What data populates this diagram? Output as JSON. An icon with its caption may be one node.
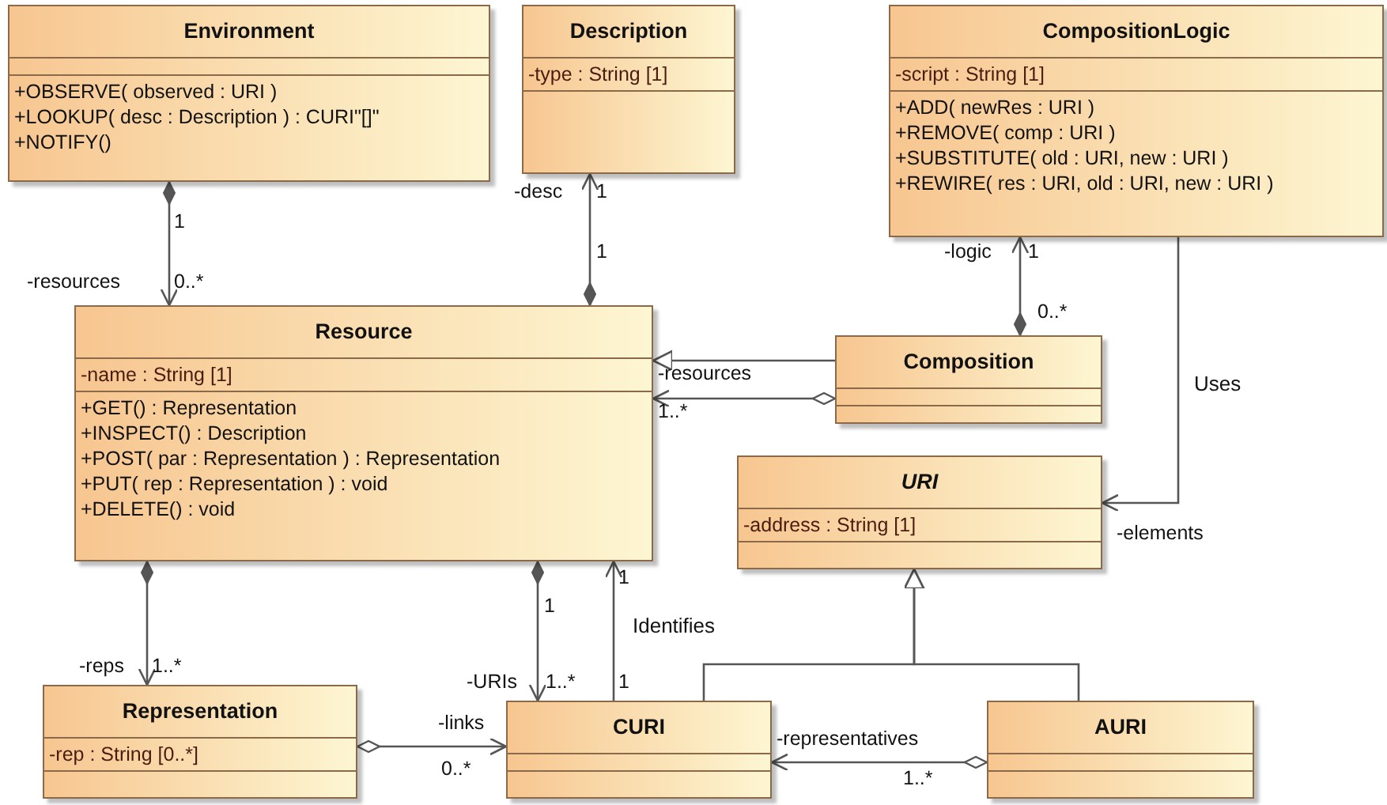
{
  "diagram": {
    "nodes": [
      {
        "text": [
          "Environment",
          "+OBSERVE( observed : URI )",
          "+LOOKUP( desc : Description ) : CURI\"[]\"",
          "+NOTIFY()"
        ]
      },
      {
        "text": [
          "Description",
          "-type : String [1]"
        ]
      },
      {
        "text": [
          "CompositionLogic",
          "-script : String [1]",
          "+ADD( newRes : URI )",
          "+REMOVE( comp : URI )",
          "+SUBSTITUTE( old : URI, new : URI )",
          "+REWIRE( res : URI, old : URI, new : URI )"
        ]
      },
      {
        "text": [
          "Resource",
          "-name : String [1]",
          "+GET() : Representation",
          "+INSPECT() : Description",
          "+POST( par : Representation ) : Representation",
          "+PUT( rep : Representation ) : void",
          "+DELETE() : void"
        ]
      },
      {
        "text": [
          "Composition"
        ]
      },
      {
        "text": [
          "URI",
          "-address : String [1]"
        ]
      },
      {
        "text": [
          "Representation",
          "-rep : String [0..*]"
        ]
      },
      {
        "text": [
          "CURI"
        ]
      },
      {
        "text": [
          "AURI"
        ]
      }
    ],
    "edges": [
      {
        "from": 0,
        "to": 3,
        "arrow": "to"
      },
      {
        "from": 3,
        "to": 1,
        "arrow": "to"
      },
      {
        "from": 4,
        "to": 2,
        "arrow": "to"
      },
      {
        "from": 4,
        "to": 3,
        "arrow": "to"
      },
      {
        "from": 4,
        "to": 3,
        "arrow": "to"
      },
      {
        "from": 2,
        "to": 5,
        "arrow": "to",
        "label": "Uses"
      },
      {
        "from": 3,
        "to": 6,
        "arrow": "to"
      },
      {
        "from": 3,
        "to": 7,
        "arrow": "to"
      },
      {
        "from": 7,
        "to": 3,
        "arrow": "to",
        "label": "Identifies"
      },
      {
        "from": 6,
        "to": 7,
        "arrow": "to"
      },
      {
        "from": 7,
        "to": 5,
        "arrow": "to"
      },
      {
        "from": 8,
        "to": 5,
        "arrow": "to"
      },
      {
        "from": 8,
        "to": 7,
        "arrow": "to"
      }
    ],
    "labels": [
      "-desc",
      "1",
      "1",
      "1",
      "-logic",
      "1",
      "-resources",
      "0..*",
      "0..*",
      "-resources",
      "1..*",
      "-elements",
      "1",
      "1",
      "-reps",
      "1..*",
      "-URIs",
      "1..*",
      "1",
      "-links",
      "-representatives",
      "0..*",
      "1..*"
    ]
  }
}
